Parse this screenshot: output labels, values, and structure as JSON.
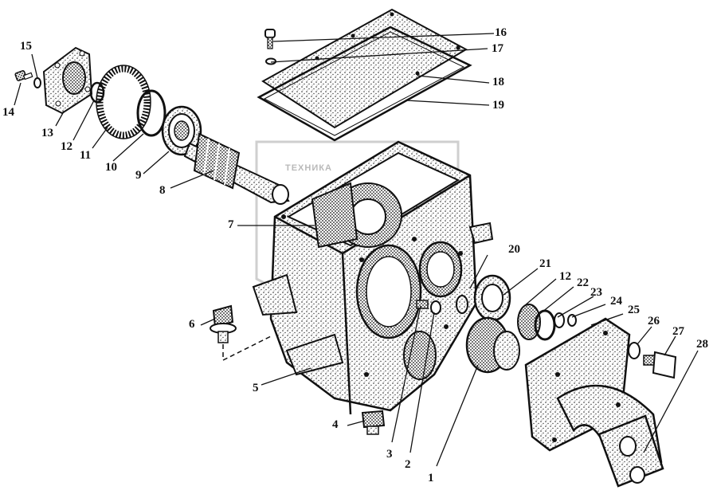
{
  "watermark": {
    "text": "ТЕХНИКА"
  },
  "callouts": [
    {
      "id": "1",
      "text": "1"
    },
    {
      "id": "2",
      "text": "2"
    },
    {
      "id": "3",
      "text": "3"
    },
    {
      "id": "4",
      "text": "4"
    },
    {
      "id": "5",
      "text": "5"
    },
    {
      "id": "6",
      "text": "6"
    },
    {
      "id": "7",
      "text": "7"
    },
    {
      "id": "8",
      "text": "8"
    },
    {
      "id": "9",
      "text": "9"
    },
    {
      "id": "10",
      "text": "10"
    },
    {
      "id": "11",
      "text": "11"
    },
    {
      "id": "12a",
      "text": "12"
    },
    {
      "id": "13",
      "text": "13"
    },
    {
      "id": "14",
      "text": "14"
    },
    {
      "id": "15",
      "text": "15"
    },
    {
      "id": "16",
      "text": "16"
    },
    {
      "id": "17",
      "text": "17"
    },
    {
      "id": "18",
      "text": "18"
    },
    {
      "id": "19",
      "text": "19"
    },
    {
      "id": "20",
      "text": "20"
    },
    {
      "id": "21",
      "text": "21"
    },
    {
      "id": "12b",
      "text": "12"
    },
    {
      "id": "22",
      "text": "22"
    },
    {
      "id": "23",
      "text": "23"
    },
    {
      "id": "24",
      "text": "24"
    },
    {
      "id": "25",
      "text": "25"
    },
    {
      "id": "26",
      "text": "26"
    },
    {
      "id": "27",
      "text": "27"
    },
    {
      "id": "28",
      "text": "28"
    }
  ]
}
